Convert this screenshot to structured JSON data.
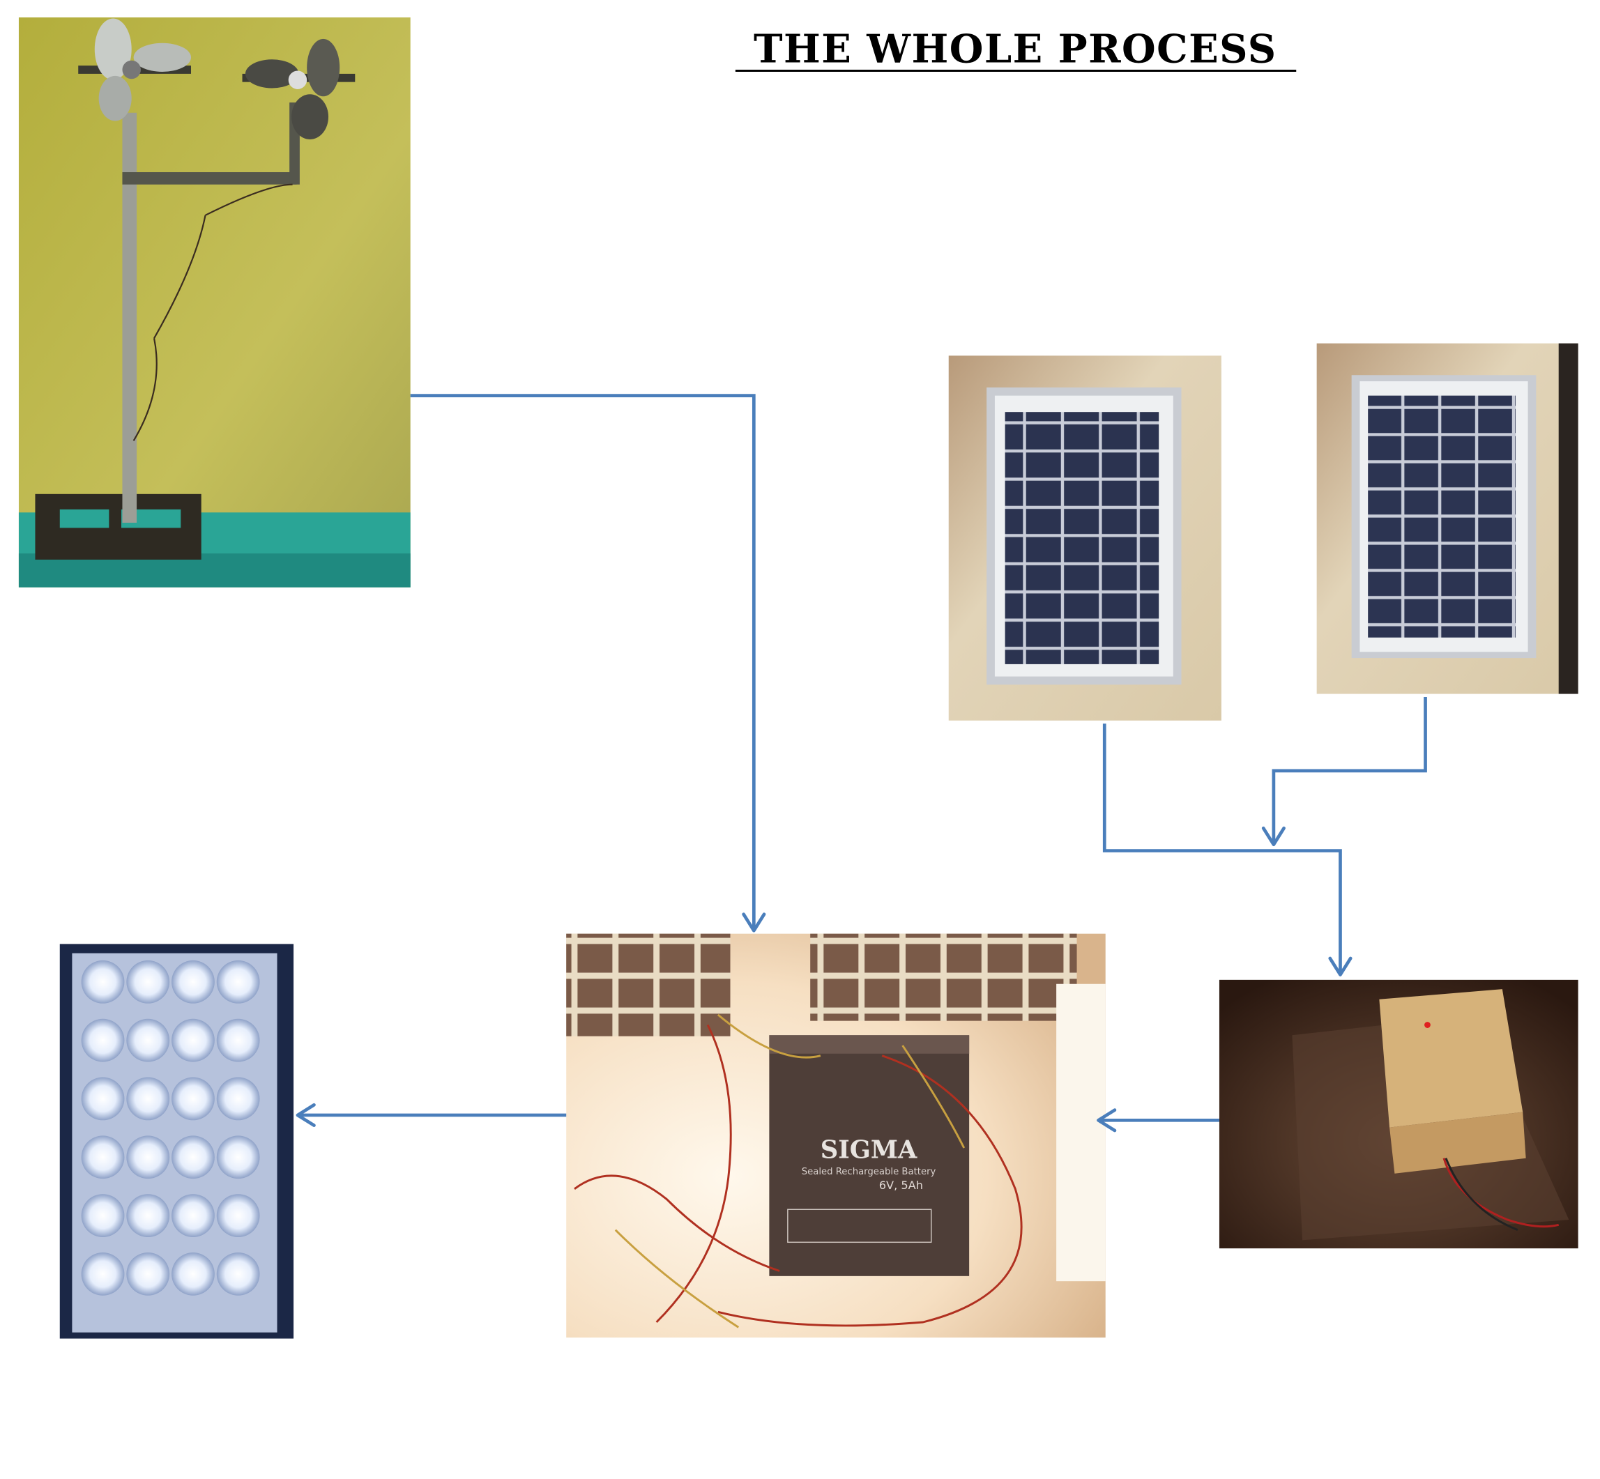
{
  "title": "THE WHOLE PROCESS",
  "nodes": [
    {
      "id": "wind-turbine",
      "label_in_photo": ""
    },
    {
      "id": "solar-panel-1",
      "label_in_photo": ""
    },
    {
      "id": "solar-panel-2",
      "label_in_photo": ""
    },
    {
      "id": "charge-controller",
      "label_in_photo": ""
    },
    {
      "id": "battery",
      "brand": "SIGMA",
      "subtitle": "Sealed Rechargeable Battery",
      "rating": "6V, 5Ah"
    },
    {
      "id": "led-lamp",
      "label_in_photo": ""
    }
  ],
  "flows": [
    {
      "from": "wind-turbine",
      "to": "battery"
    },
    {
      "from": "solar-panel-1",
      "to": "charge-controller"
    },
    {
      "from": "solar-panel-2",
      "to": "charge-controller"
    },
    {
      "from": "charge-controller",
      "to": "battery"
    },
    {
      "from": "battery",
      "to": "led-lamp"
    }
  ],
  "colors": {
    "arrow": "#4a7ebb"
  }
}
